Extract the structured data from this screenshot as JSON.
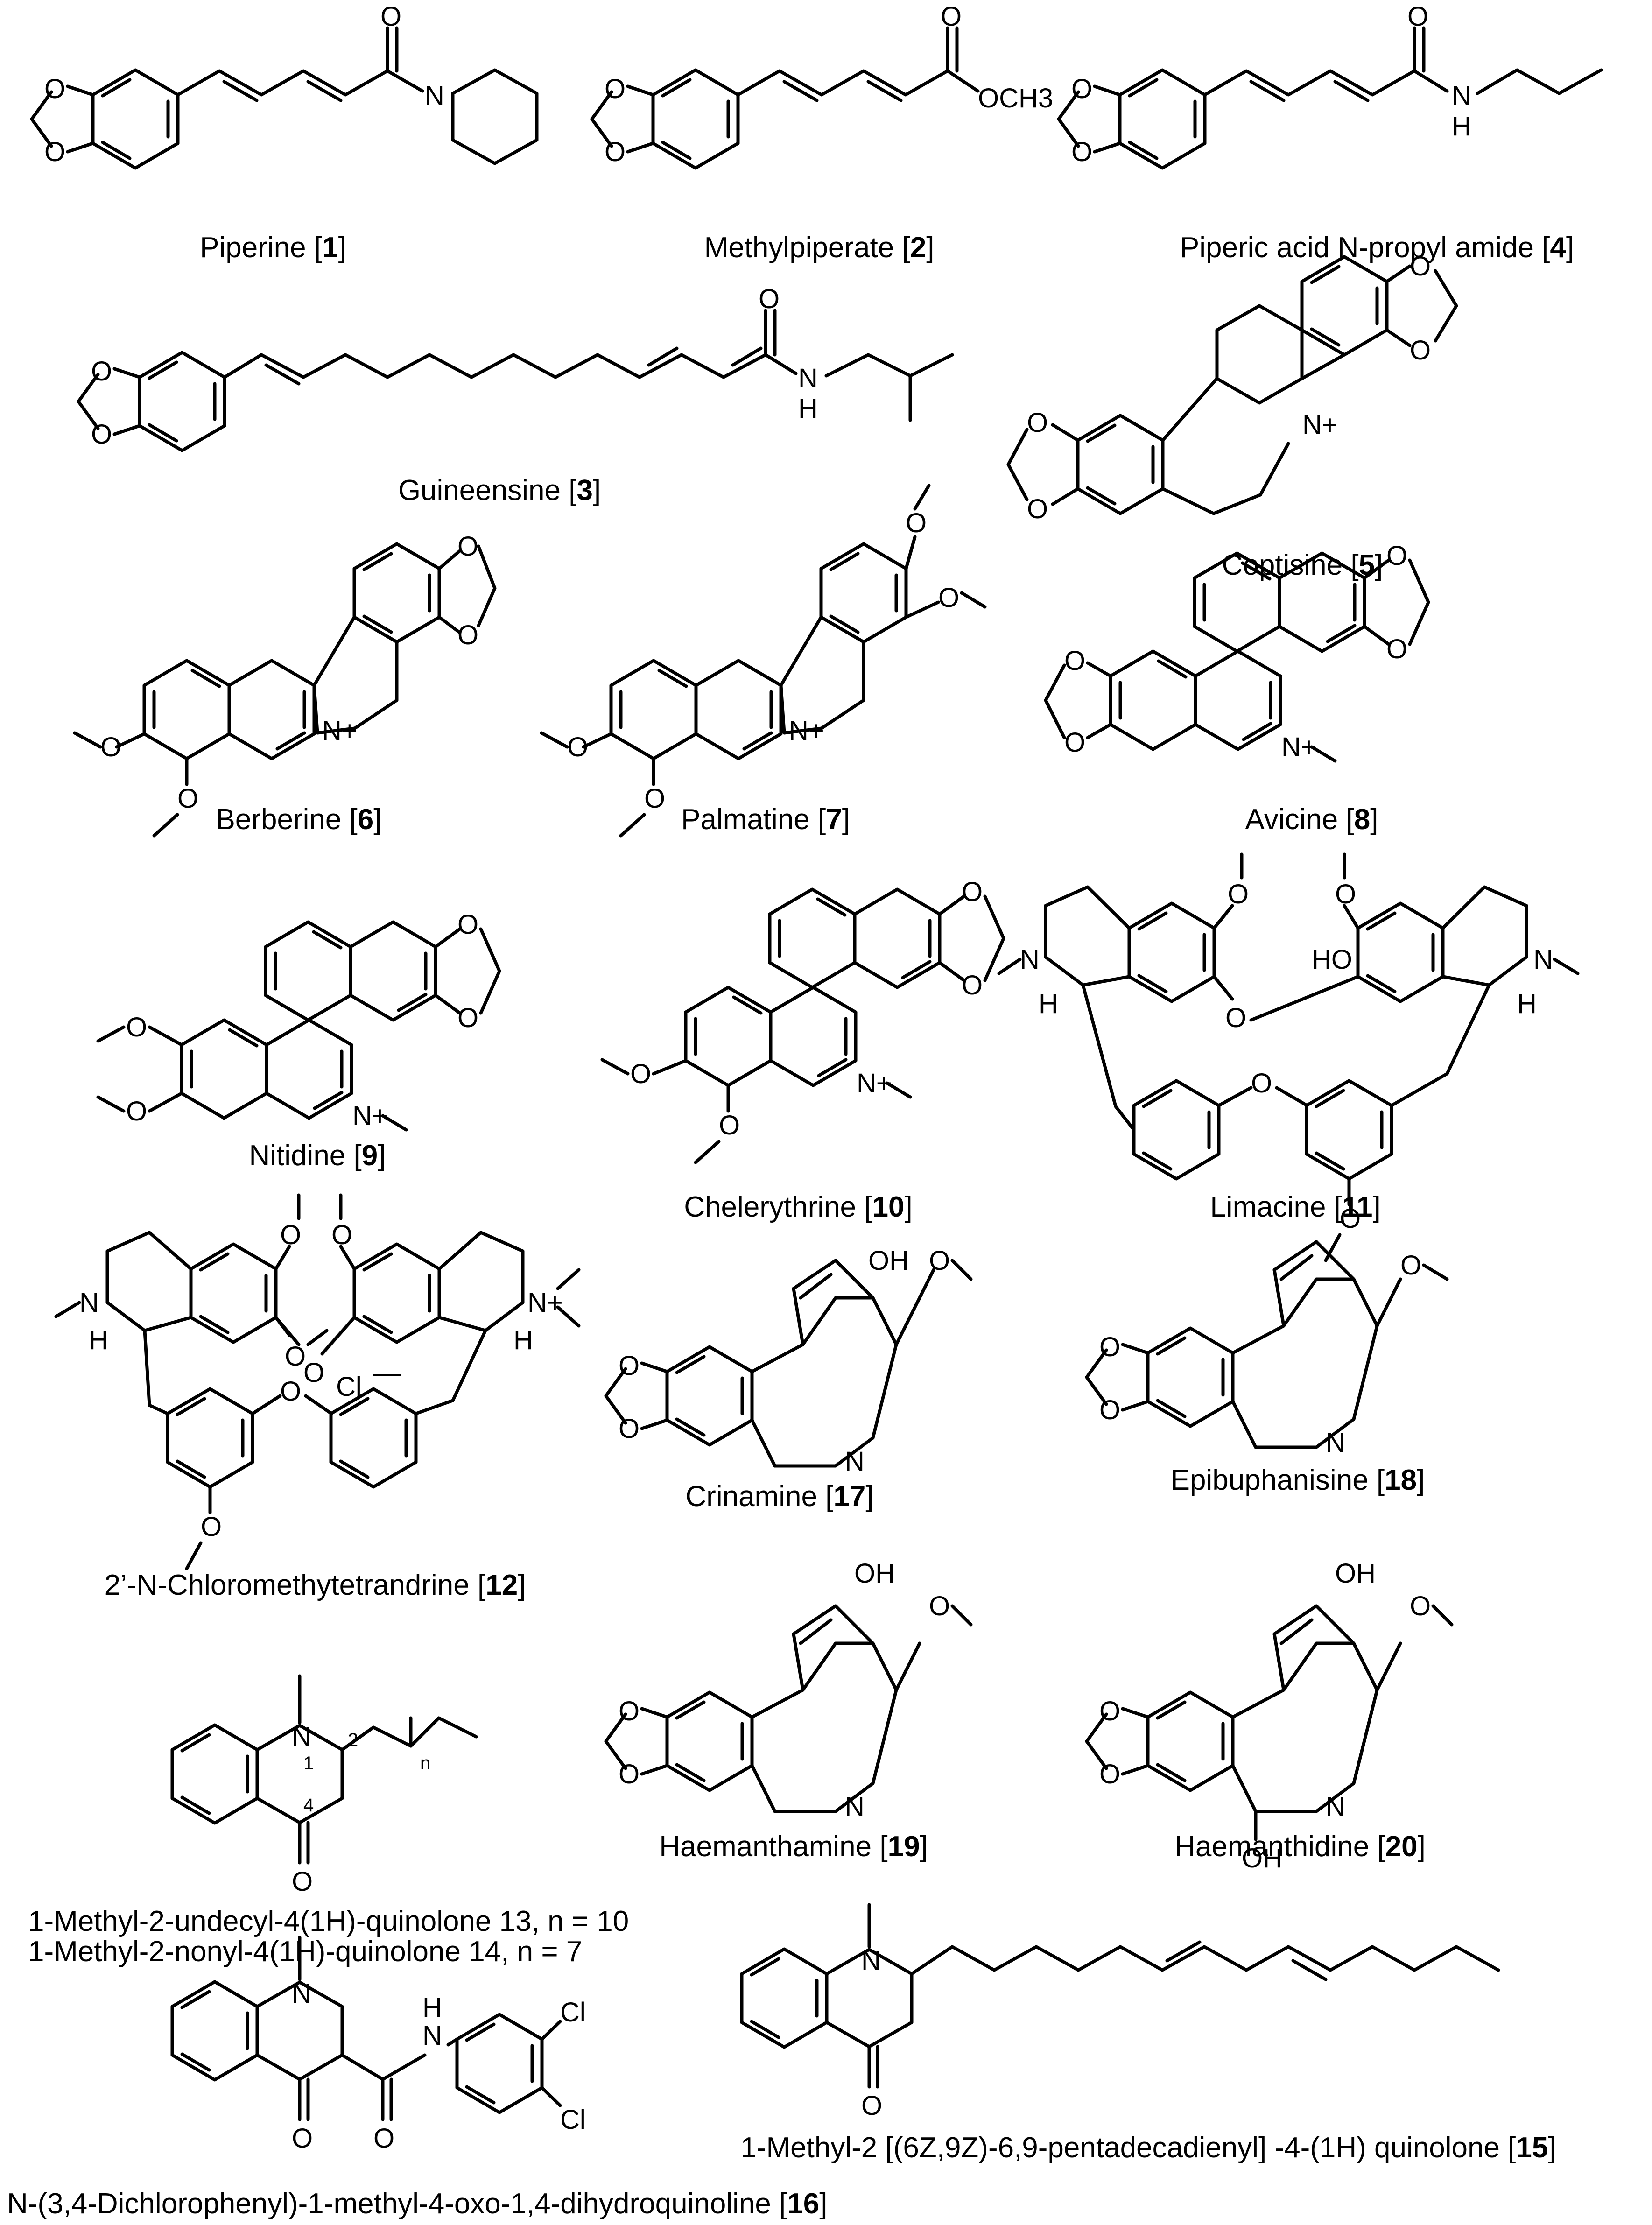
{
  "captions": {
    "c1": {
      "name": "Piperine",
      "num": "1"
    },
    "c2": {
      "name": "Methylpiperate",
      "num": "2"
    },
    "c4": {
      "name": "Piperic acid N-propyl amide",
      "num": "4"
    },
    "c3": {
      "name": "Guineensine",
      "num": "3"
    },
    "c5": {
      "name": "Coptisine",
      "num": "5"
    },
    "c6": {
      "name": "Berberine",
      "num": "6"
    },
    "c7": {
      "name": "Palmatine",
      "num": "7"
    },
    "c8": {
      "name": "Avicine",
      "num": "8"
    },
    "c9": {
      "name": "Nitidine",
      "num": "9"
    },
    "c10": {
      "name": "Chelerythrine",
      "num": "10"
    },
    "c11": {
      "name": "Limacine",
      "num": "11"
    },
    "c12": {
      "name": "2’-N-Chloromethytetrandrine",
      "num": "12"
    },
    "c17": {
      "name": "Crinamine",
      "num": "17"
    },
    "c18": {
      "name": "Epibuphanisine",
      "num": "18"
    },
    "c19": {
      "name": "Haemanthamine",
      "num": "19"
    },
    "c20": {
      "name": "Haemanthidine",
      "num": "20"
    },
    "c13": "1-Methyl-2-undecyl-4(1H)-quinolone 13, n = 10",
    "c14": "1-Methyl-2-nonyl-4(1H)-quinolone 14, n = 7",
    "c15": {
      "name": "1-Methyl-2 [(6Z,9Z)-6,9-pentadecadienyl] -4-(1H) quinolone",
      "num": "15"
    },
    "c16": {
      "name": "N-(3,4-Dichlorophenyl)-1-methyl-4-oxo-1,4-dihydroquinoline",
      "num": "16"
    }
  },
  "atoms": {
    "O": "O",
    "N": "N",
    "H": "H",
    "HO": "HO",
    "OH": "OH",
    "OCH3": "OCH3",
    "Cl": "Cl",
    "Nplus": "N+",
    "minus": "—",
    "n": "n",
    "one": "1",
    "two": "2",
    "four": "4"
  }
}
